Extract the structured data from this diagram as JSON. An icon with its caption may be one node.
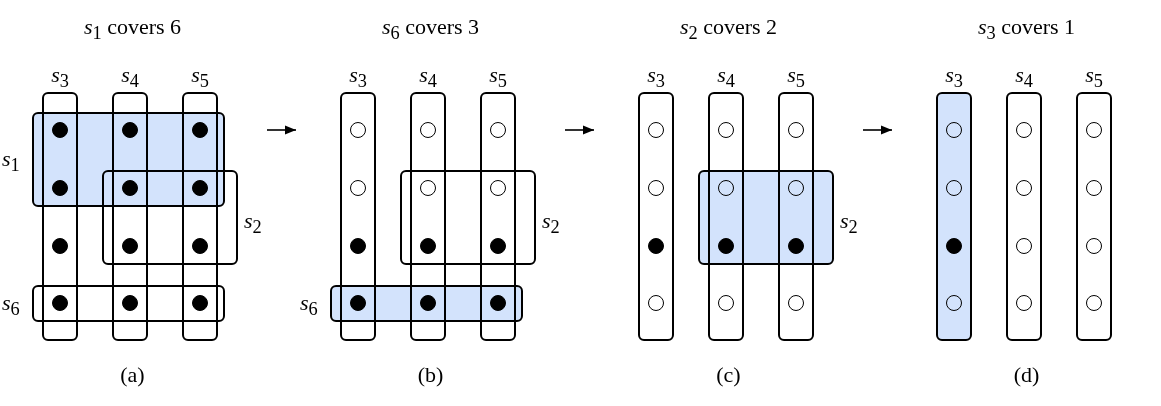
{
  "diagram": {
    "nodes": [
      {
        "text": [
          "*s*$_{1}$ covers 6",
          "(a)"
        ]
      },
      {
        "text": [
          "*s*$_{3}$"
        ],
        "in": 0
      },
      {
        "text": [
          "*s*$_{4}$"
        ],
        "in": 0
      },
      {
        "text": [
          "*s*$_{5}$"
        ],
        "in": 0
      },
      {
        "text": [
          "*s*$_{1}$"
        ],
        "in": 0
      },
      {
        "text": [
          "*s*$_{2}$"
        ],
        "in": 0
      },
      {
        "text": [
          "*s*$_{6}$"
        ],
        "in": 0
      },
      {
        "text": [],
        "shape": "dot"
      },
      {
        "text": [],
        "shape": "dot"
      },
      {
        "text": [],
        "shape": "dot"
      },
      {
        "text": [],
        "shape": "dot"
      },
      {
        "text": [],
        "shape": "dot"
      },
      {
        "text": [],
        "shape": "dot"
      },
      {
        "text": [],
        "shape": "dot",
        "in": 1
      },
      {
        "text": [],
        "shape": "dot"
      },
      {
        "text": [],
        "shape": "dot"
      },
      {
        "text": [],
        "shape": "dot"
      },
      {
        "text": [],
        "shape": "dot"
      },
      {
        "text": [],
        "shape": "dot"
      },
      {
        "text": [
          "*s*$_{6}$ covers 3",
          "(b)"
        ]
      },
      {
        "text": [
          "*s*$_{3}$"
        ],
        "in": 19
      },
      {
        "text": [
          "*s*$_{4}$"
        ],
        "in": 19
      },
      {
        "text": [
          "*s*$_{5}$"
        ],
        "in": 19
      },
      {
        "text": [
          "*s*$_{2}$"
        ],
        "in": 19
      },
      {
        "text": [
          "*s*$_{6}$"
        ],
        "in": 19
      },
      {
        "text": [],
        "shape": "circle",
        "in": 20
      },
      {
        "text": [],
        "shape": "circle",
        "in": 21
      },
      {
        "text": [],
        "shape": "circle",
        "in": 22
      },
      {
        "text": [],
        "shape": "circle",
        "in": 20
      },
      {
        "text": [],
        "shape": "circle"
      },
      {
        "text": [],
        "shape": "circle"
      },
      {
        "text": [],
        "shape": "dot",
        "in": 20
      },
      {
        "text": [],
        "shape": "dot"
      },
      {
        "text": [],
        "shape": "dot"
      },
      {
        "text": [],
        "shape": "dot"
      },
      {
        "text": [],
        "shape": "dot"
      },
      {
        "text": [],
        "shape": "dot"
      },
      {
        "text": [
          "*s*$_{2}$ covers 2",
          "(c)"
        ]
      },
      {
        "text": [
          "*s*$_{3}$"
        ],
        "in": 37
      },
      {
        "text": [
          "*s*$_{4}$"
        ],
        "in": 37
      },
      {
        "text": [
          "*s*$_{5}$"
        ],
        "in": 37
      },
      {
        "text": [
          "*s*$_{2}$"
        ],
        "in": 37
      },
      {
        "text": [],
        "shape": "circle",
        "in": 38
      },
      {
        "text": [],
        "shape": "circle",
        "in": 39
      },
      {
        "text": [],
        "shape": "circle",
        "in": 40
      },
      {
        "text": [],
        "shape": "circle",
        "in": 38
      },
      {
        "text": [],
        "shape": "circle"
      },
      {
        "text": [],
        "shape": "circle"
      },
      {
        "text": [],
        "shape": "dot",
        "in": 38
      },
      {
        "text": [],
        "shape": "dot"
      },
      {
        "text": [],
        "shape": "dot"
      },
      {
        "text": [],
        "shape": "circle",
        "in": 38
      },
      {
        "text": [],
        "shape": "circle",
        "in": 39
      },
      {
        "text": [],
        "shape": "circle",
        "in": 40
      },
      {
        "text": [
          "*s*$_{3}$ covers 1",
          "(d)"
        ]
      },
      {
        "text": [
          "*s*$_{3}$"
        ],
        "in": 54
      },
      {
        "text": [
          "*s*$_{4}$"
        ],
        "in": 54
      },
      {
        "text": [
          "*s*$_{5}$"
        ],
        "in": 54
      },
      {
        "text": [],
        "shape": "circle",
        "in": 55
      },
      {
        "text": [],
        "shape": "circle",
        "in": 56
      },
      {
        "text": [],
        "shape": "circle",
        "in": 57
      },
      {
        "text": [],
        "shape": "circle",
        "in": 55
      },
      {
        "text": [],
        "shape": "circle",
        "in": 56
      },
      {
        "text": [],
        "shape": "circle",
        "in": 57
      },
      {
        "text": [],
        "shape": "dot",
        "in": 55
      },
      {
        "text": [],
        "shape": "circle",
        "in": 56
      },
      {
        "text": [],
        "shape": "circle",
        "in": 57
      },
      {
        "text": [],
        "shape": "circle",
        "in": 55
      },
      {
        "text": [],
        "shape": "circle",
        "in": 56
      },
      {
        "text": [],
        "shape": "circle",
        "in": 57
      }
    ],
    "edges": [
      {
        "from": 0,
        "to": 19,
        "arrow": "to"
      },
      {
        "from": 19,
        "to": 37,
        "arrow": "to"
      },
      {
        "from": 37,
        "to": 54,
        "arrow": "to"
      }
    ]
  }
}
